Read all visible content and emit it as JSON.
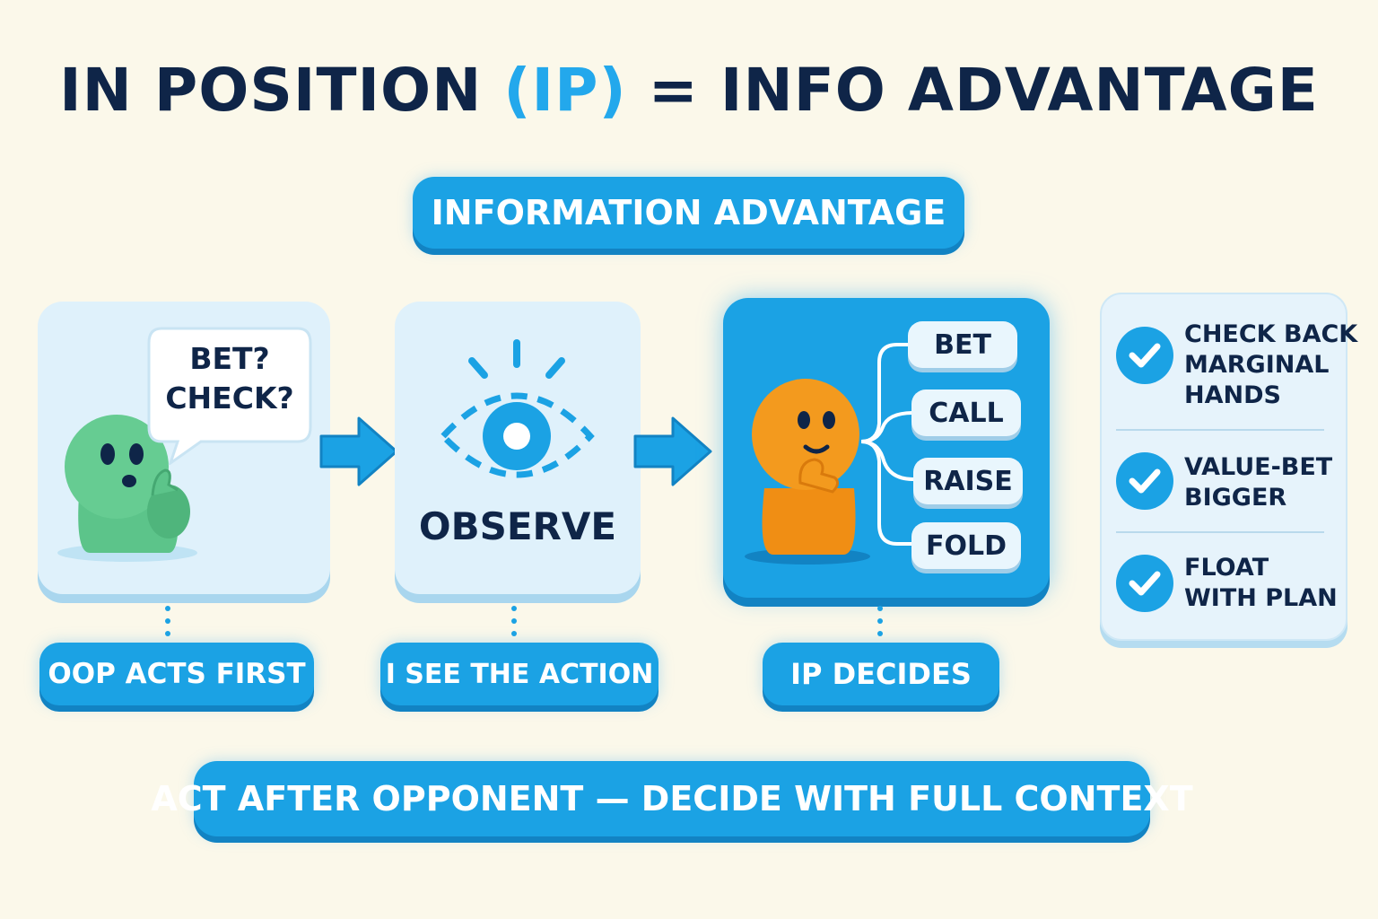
{
  "title": {
    "part1": "IN POSITION ",
    "highlight": "(IP)",
    "part2": " = INFO ADVANTAGE"
  },
  "top_banner": "INFORMATION ADVANTAGE",
  "steps": [
    {
      "bubble_line1": "BET?",
      "bubble_line2": "CHECK?",
      "label": "OOP ACTS FIRST"
    },
    {
      "caption": "OBSERVE",
      "label": "I SEE THE ACTION"
    },
    {
      "options": [
        "BET",
        "CALL",
        "RAISE",
        "FOLD"
      ],
      "label": "IP DECIDES"
    }
  ],
  "tips": [
    {
      "line1": "CHECK BACK",
      "line2": "MARGINAL",
      "line3": "HANDS"
    },
    {
      "line1": "VALUE-BET",
      "line2": "BIGGER"
    },
    {
      "line1": "FLOAT",
      "line2": "WITH PLAN"
    }
  ],
  "bottom_banner": "ACT AFTER OPPONENT — DECIDE WITH FULL CONTEXT",
  "colors": {
    "background": "#fbf8ea",
    "accent_blue": "#1ba2e4",
    "dark_navy": "#0f2548",
    "oop_green": "#5cc48a",
    "ip_orange": "#f39a1e"
  },
  "icons": {
    "oop_player": "green-thinking-character-icon",
    "observe": "eye-icon",
    "ip_player": "orange-thinking-character-icon",
    "tip": "check-circle-icon"
  }
}
